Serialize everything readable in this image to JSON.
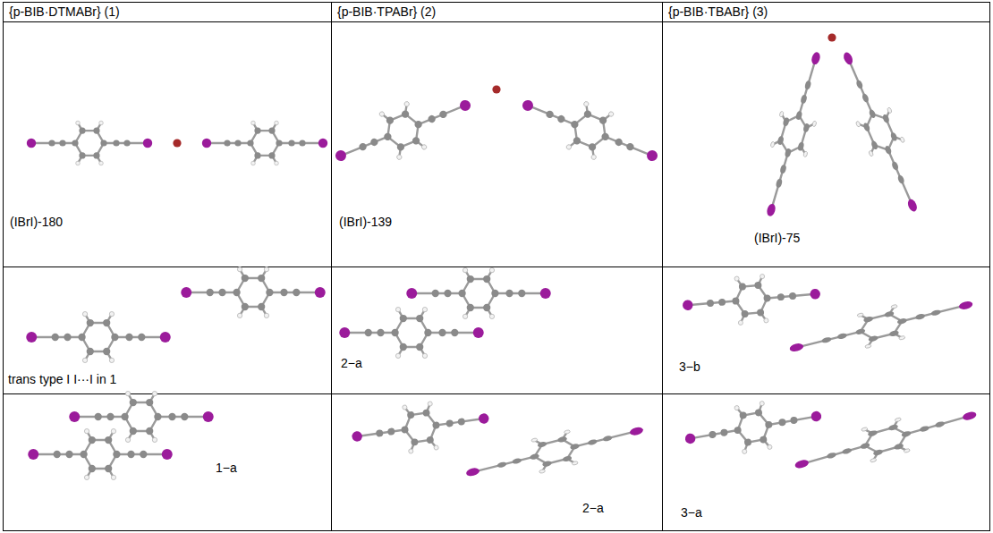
{
  "diagram": {
    "labels": [
      "{p-BIB·DTMABr} (1)",
      "{p-BIB·TPABr} (2)",
      "{p-BIB·TBABr} (3)",
      "(IBrI)-180",
      "(IBrI)-139",
      "(IBrI)-75",
      "trans type I I···I in 1",
      "2−a",
      "3−b",
      "1−a",
      "2−a",
      "3−a"
    ]
  }
}
